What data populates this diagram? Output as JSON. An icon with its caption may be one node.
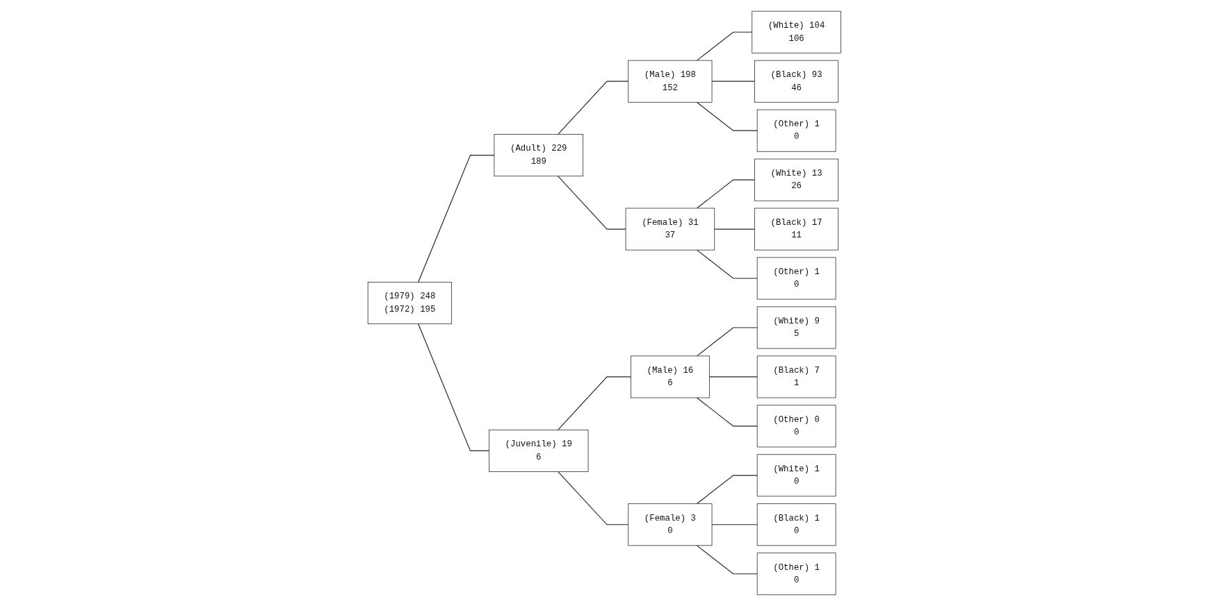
{
  "diagram": {
    "nodes": [
      {
        "text": [
          "(1979) 248",
          "(1972) 195"
        ]
      },
      {
        "text": [
          "(Adult) 229",
          "189"
        ]
      },
      {
        "text": [
          "(Male) 198",
          "152"
        ]
      },
      {
        "text": [
          "(White) 104",
          "106"
        ]
      },
      {
        "text": [
          "(Black) 93",
          "46"
        ]
      },
      {
        "text": [
          "(Other) 1",
          "0"
        ]
      },
      {
        "text": [
          "(Female) 31",
          "37"
        ]
      },
      {
        "text": [
          "(White) 13",
          "26"
        ]
      },
      {
        "text": [
          "(Black) 17",
          "11"
        ]
      },
      {
        "text": [
          "(Other) 1",
          "0"
        ]
      },
      {
        "text": [
          "(Juvenile) 19",
          "6"
        ]
      },
      {
        "text": [
          "(Male) 16",
          "6"
        ]
      },
      {
        "text": [
          "(White) 9",
          "5"
        ]
      },
      {
        "text": [
          "(Black) 7",
          "1"
        ]
      },
      {
        "text": [
          "(Other) 0",
          "0"
        ]
      },
      {
        "text": [
          "(Female) 3",
          "0"
        ]
      },
      {
        "text": [
          "(White) 1",
          "0"
        ]
      },
      {
        "text": [
          "(Black) 1",
          "0"
        ]
      },
      {
        "text": [
          "(Other) 1",
          "0"
        ]
      }
    ],
    "edges": [
      {
        "from": 0,
        "to": 1,
        "arrow": "none"
      },
      {
        "from": 0,
        "to": 10,
        "arrow": "none"
      },
      {
        "from": 1,
        "to": 2,
        "arrow": "none"
      },
      {
        "from": 1,
        "to": 6,
        "arrow": "none"
      },
      {
        "from": 2,
        "to": 3,
        "arrow": "none"
      },
      {
        "from": 2,
        "to": 4,
        "arrow": "none"
      },
      {
        "from": 2,
        "to": 5,
        "arrow": "none"
      },
      {
        "from": 6,
        "to": 7,
        "arrow": "none"
      },
      {
        "from": 6,
        "to": 8,
        "arrow": "none"
      },
      {
        "from": 6,
        "to": 9,
        "arrow": "none"
      },
      {
        "from": 10,
        "to": 11,
        "arrow": "none"
      },
      {
        "from": 10,
        "to": 15,
        "arrow": "none"
      },
      {
        "from": 11,
        "to": 12,
        "arrow": "none"
      },
      {
        "from": 11,
        "to": 13,
        "arrow": "none"
      },
      {
        "from": 11,
        "to": 14,
        "arrow": "none"
      },
      {
        "from": 15,
        "to": 16,
        "arrow": "none"
      },
      {
        "from": 15,
        "to": 17,
        "arrow": "none"
      },
      {
        "from": 15,
        "to": 18,
        "arrow": "none"
      }
    ]
  }
}
